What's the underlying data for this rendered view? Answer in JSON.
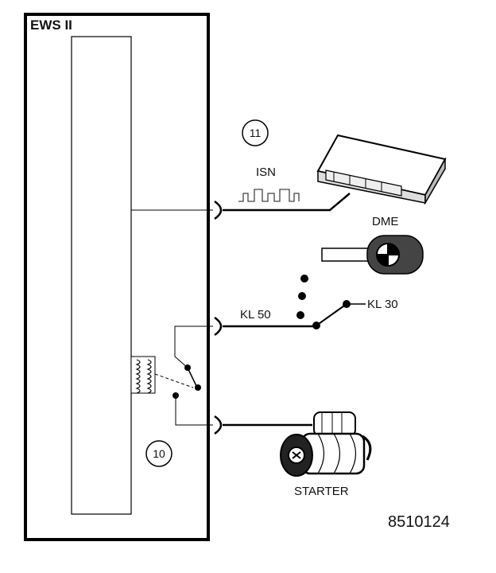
{
  "diagram": {
    "module_title": "EWS II",
    "callout_11": "11",
    "callout_10": "10",
    "isn_label": "ISN",
    "dme_label": "DME",
    "kl50_label": "KL 50",
    "kl30_label": "KL 30",
    "starter_label": "STARTER",
    "figure_code": "8510124"
  }
}
